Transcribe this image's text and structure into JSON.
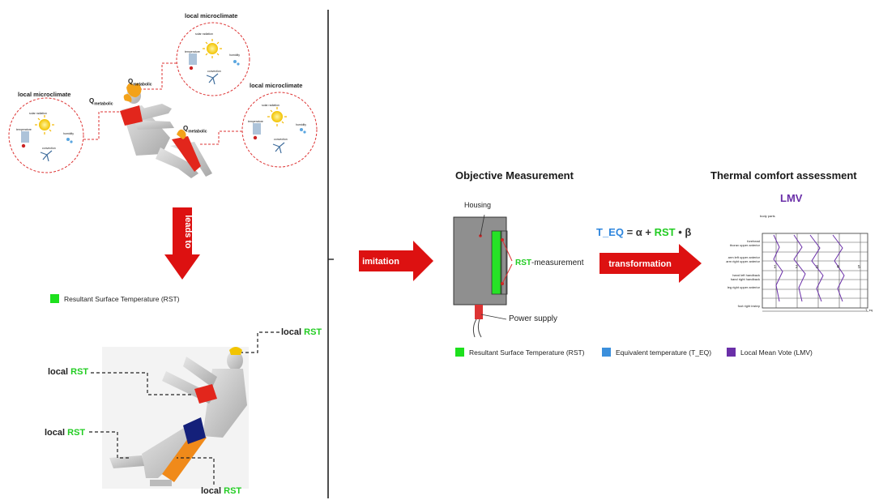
{
  "left_top": {
    "microclimate_title": "local microclimate",
    "solar_radiation": "solar radiation",
    "temperature": "temperature",
    "humidity": "humidity",
    "convection": "convection",
    "q_metabolic_main": "Q",
    "q_metabolic_sub": "metabolic",
    "leads_to": "leads to"
  },
  "left_legend": {
    "rst": "Resultant Surface Temperature (RST)",
    "rst_color": "#1de01d"
  },
  "left_bottom": {
    "local_word": "local",
    "rst_word": "RST"
  },
  "arrows": {
    "imitation": "imitation",
    "transformation": "transformation",
    "color": "#dd1111"
  },
  "objective": {
    "title": "Objective Measurement",
    "housing": "Housing",
    "rst_measurement_prefix": "RST",
    "rst_measurement_suffix": "-measurement",
    "power_supply": "Power supply"
  },
  "equation": {
    "teq": "T_EQ",
    "eq_mid": " = α + ",
    "rst": "RST",
    "eq_end": " • β"
  },
  "thermal": {
    "title": "Thermal comfort assessment",
    "lmv": "LMV",
    "body_parts": "body parts",
    "rows": [
      "forehead",
      "thorax upper anterior",
      "arm left upper anterior",
      "arm right upper anterior",
      "hand left handback",
      "hand right handback",
      "leg right upper anterior",
      "foot right instep"
    ],
    "scale": [
      "1",
      "2",
      "3",
      "4",
      "5"
    ],
    "x_label": "T_eq"
  },
  "legend": [
    {
      "label": "Resultant Surface Temperature (RST)",
      "color": "#1de01d"
    },
    {
      "label": "Equivalent temperature (T_EQ)",
      "color": "#3b8fdc"
    },
    {
      "label": "Local Mean Vote (LMV)",
      "color": "#6a2fa8"
    }
  ]
}
